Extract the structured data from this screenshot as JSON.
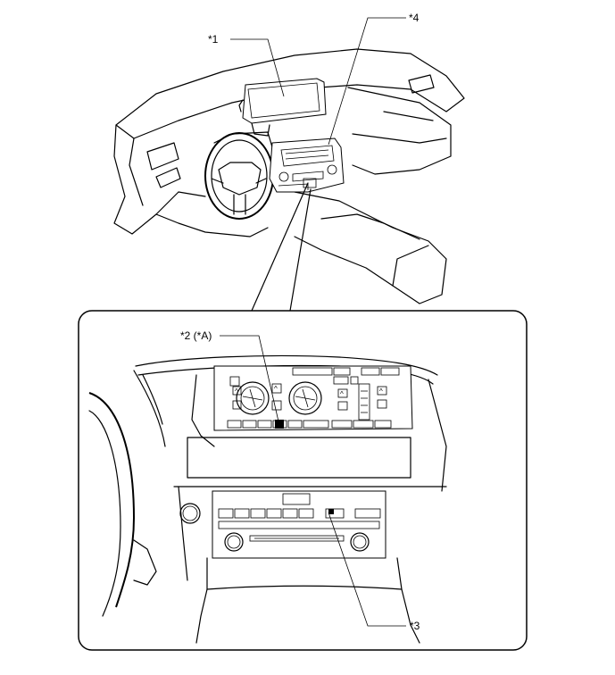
{
  "callouts": {
    "c1": "*1",
    "c2": "*2 (*A)",
    "c3": "*3",
    "c4": "*4"
  }
}
